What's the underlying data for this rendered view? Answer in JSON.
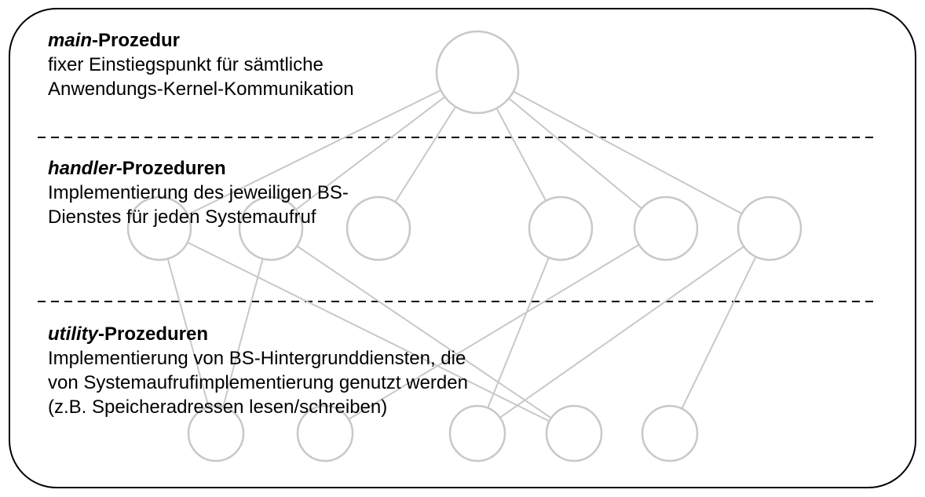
{
  "sections": {
    "main": {
      "title_italic": "main",
      "title_rest": "-Prozedur",
      "lines": [
        "fixer Einstiegspunkt für sämtliche",
        "Anwendungs-Kernel-Kommunikation"
      ]
    },
    "handler": {
      "title_italic": "handler",
      "title_rest": "-Prozeduren",
      "lines": [
        "Implementierung des jeweiligen BS-",
        "Dienstes für jeden Systemaufruf"
      ]
    },
    "utility": {
      "title_italic": "utility",
      "title_rest": "-Prozeduren",
      "lines": [
        "Implementierung von BS-Hintergrunddiensten, die",
        "von Systemaufrufimplementierung genutzt werden",
        "(z.B. Speicheradressen lesen/schreiben)"
      ]
    }
  },
  "graph": {
    "nodes": [
      {
        "id": "main",
        "level": "main"
      },
      {
        "id": "h1",
        "level": "handler"
      },
      {
        "id": "h2",
        "level": "handler"
      },
      {
        "id": "h3",
        "level": "handler"
      },
      {
        "id": "h4",
        "level": "handler"
      },
      {
        "id": "h5",
        "level": "handler"
      },
      {
        "id": "h6",
        "level": "handler"
      },
      {
        "id": "u1",
        "level": "utility"
      },
      {
        "id": "u2",
        "level": "utility"
      },
      {
        "id": "u3",
        "level": "utility"
      },
      {
        "id": "u4",
        "level": "utility"
      },
      {
        "id": "u5",
        "level": "utility"
      }
    ],
    "edges": [
      [
        "main",
        "h1"
      ],
      [
        "main",
        "h2"
      ],
      [
        "main",
        "h3"
      ],
      [
        "main",
        "h4"
      ],
      [
        "main",
        "h5"
      ],
      [
        "main",
        "h6"
      ],
      [
        "h1",
        "u1"
      ],
      [
        "h1",
        "u4"
      ],
      [
        "h2",
        "u1"
      ],
      [
        "h2",
        "u4"
      ],
      [
        "h4",
        "u3"
      ],
      [
        "h5",
        "u2"
      ],
      [
        "h6",
        "u3"
      ],
      [
        "h6",
        "u5"
      ]
    ]
  },
  "colors": {
    "node_stroke": "#c8c8c8",
    "frame_stroke": "#000000",
    "separator": "#000000"
  }
}
